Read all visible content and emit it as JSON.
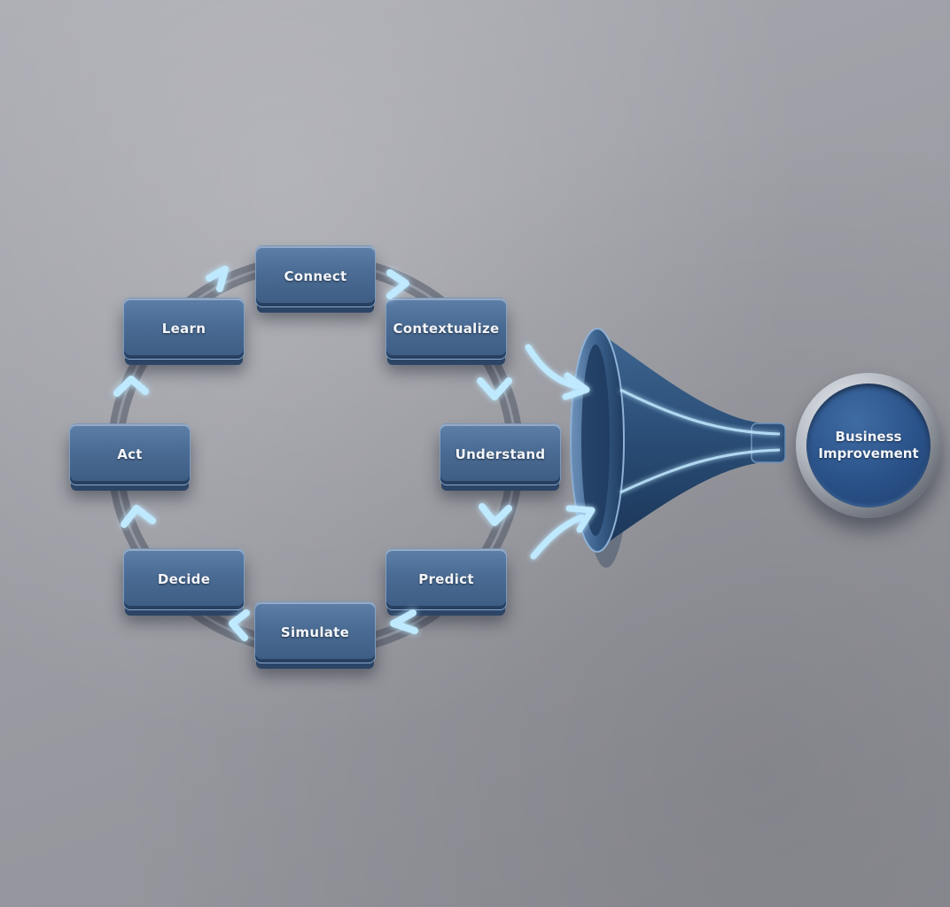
{
  "cycle": {
    "steps": [
      {
        "id": "connect",
        "label": "Connect"
      },
      {
        "id": "contextualize",
        "label": "Contextualize"
      },
      {
        "id": "understand",
        "label": "Understand"
      },
      {
        "id": "predict",
        "label": "Predict"
      },
      {
        "id": "simulate",
        "label": "Simulate"
      },
      {
        "id": "decide",
        "label": "Decide"
      },
      {
        "id": "act",
        "label": "Act"
      },
      {
        "id": "learn",
        "label": "Learn"
      }
    ]
  },
  "funnel": {
    "output": {
      "line1": "Business",
      "line2": "Improvement"
    }
  },
  "colors": {
    "background": "#9c9da4",
    "node_fill": "#4a6b93",
    "arrow_glow": "#bfe9ff",
    "funnel_body": "#2b4f78",
    "goal_fill": "#2a5289"
  },
  "icons": {
    "cycle_arrows": "chevron-arrow-icon",
    "funnel": "funnel-icon"
  }
}
